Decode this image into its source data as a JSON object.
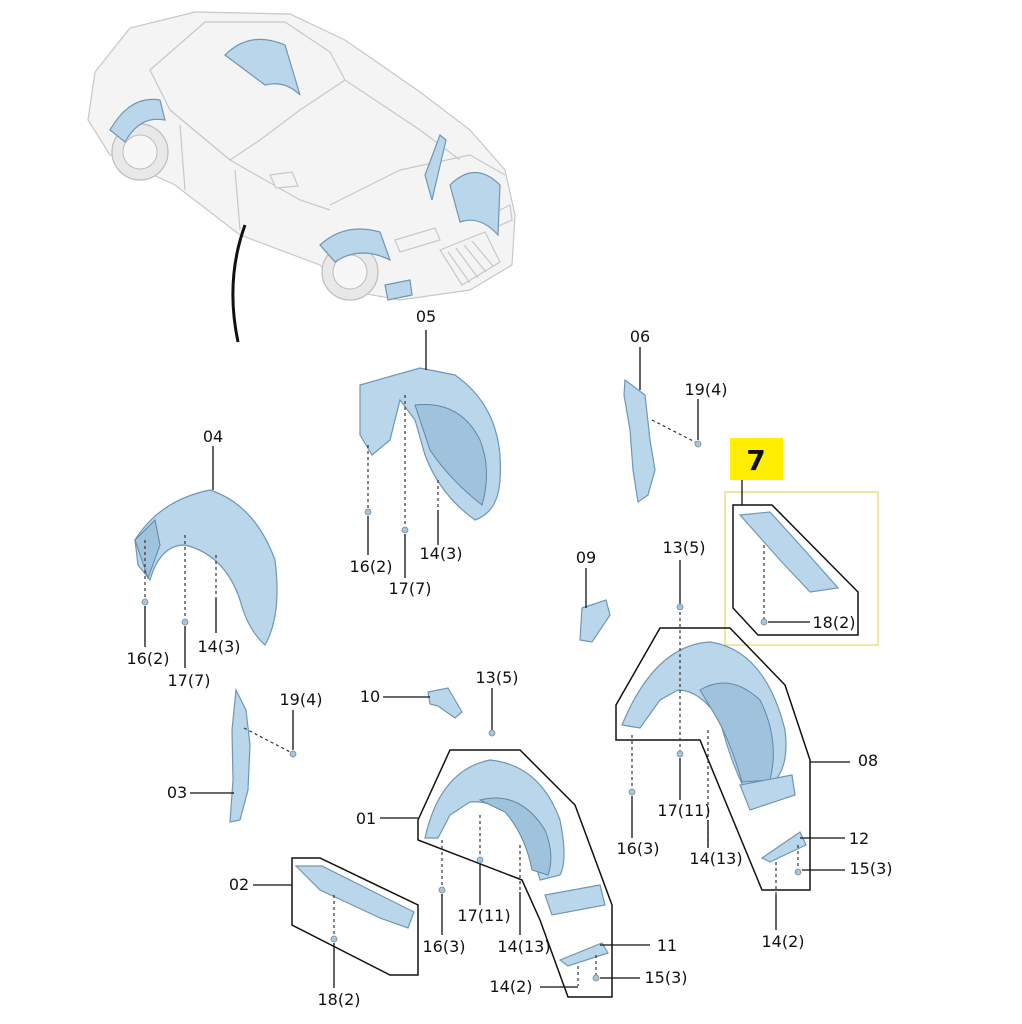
{
  "callout": {
    "number": "7",
    "highlight_color": "#ffee00",
    "frame_color": "#e6d46a"
  },
  "colors": {
    "part_fill": "#b9d6ea",
    "part_stroke": "#6f97b5",
    "line": "#111111"
  },
  "labels": {
    "p01": "01",
    "p02": "02",
    "p03": "03",
    "p04": "04",
    "p05": "05",
    "p06": "06",
    "p08": "08",
    "p09": "09",
    "p10": "10",
    "p11": "11",
    "p12": "12",
    "p04_16": "16(2)",
    "p04_17": "17(7)",
    "p04_14": "14(3)",
    "p05_16": "16(2)",
    "p05_17": "17(7)",
    "p05_14": "14(3)",
    "p06_19": "19(4)",
    "p03_19": "19(4)",
    "p08_13": "13(5)",
    "p01_13": "13(5)",
    "p7_18": "18(2)",
    "p02_18": "18(2)",
    "p08_17": "17(11)",
    "p08_16": "16(3)",
    "p08_14a": "14(13)",
    "p08_15": "15(3)",
    "p08_14b": "14(2)",
    "p01_17": "17(11)",
    "p01_16": "16(3)",
    "p01_14a": "14(13)",
    "p01_14b": "14(2)",
    "p01_15": "15(3)"
  }
}
